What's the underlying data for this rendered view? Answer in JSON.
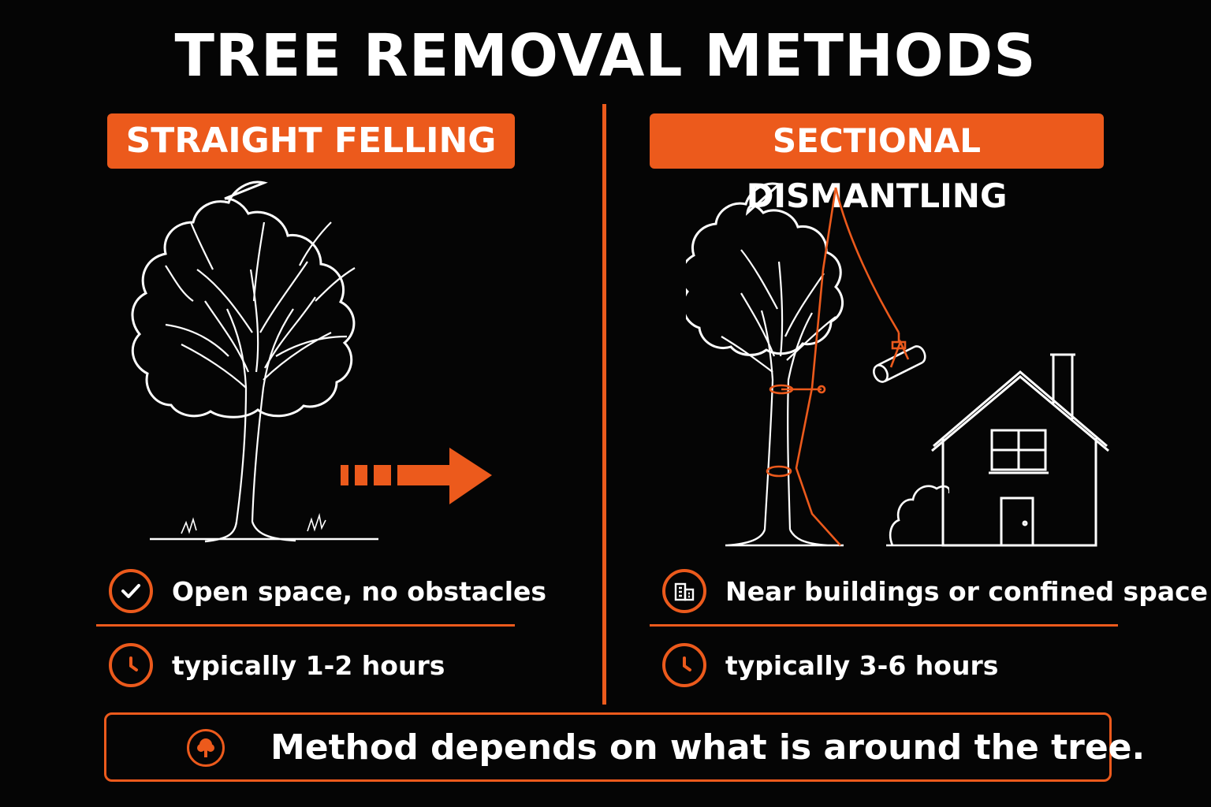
{
  "title": "TREE REMOVAL METHODS",
  "left": {
    "heading": "STRAIGHT FELLING",
    "condition": "Open space, no obstacles",
    "time": "typically 1-2 hours",
    "condition_icon": "check-icon",
    "time_icon": "clock-icon",
    "illustration": [
      "tree-illustration",
      "fall-direction-arrow"
    ]
  },
  "right": {
    "heading": "SECTIONAL DISMANTLING",
    "condition": "Near buildings or confined space",
    "time": "typically 3-6 hours",
    "condition_icon": "building-icon",
    "time_icon": "clock-icon",
    "illustration": [
      "tree-with-rigging-illustration",
      "lowered-log",
      "house-illustration",
      "bush-illustration"
    ]
  },
  "footer": {
    "text": "Method depends on what is around the tree.",
    "icon": "tree-icon"
  },
  "colors": {
    "background": "#050505",
    "accent": "#ec5a1c",
    "text": "#ffffff"
  }
}
